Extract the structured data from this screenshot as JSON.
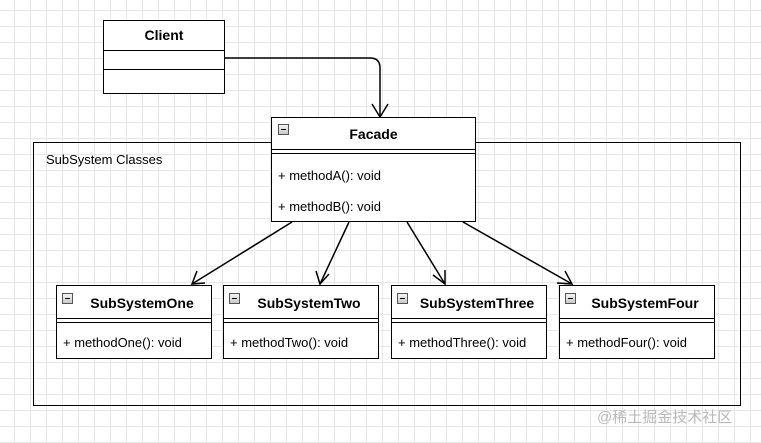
{
  "client": {
    "name": "Client"
  },
  "facade": {
    "name": "Facade",
    "methods": [
      "+ methodA(): void",
      "+ methodB(): void"
    ]
  },
  "package": {
    "label": "SubSystem Classes"
  },
  "subsystems": [
    {
      "name": "SubSystemOne",
      "method": "+ methodOne(): void"
    },
    {
      "name": "SubSystemTwo",
      "method": "+ methodTwo(): void"
    },
    {
      "name": "SubSystemThree",
      "method": "+ methodThree(): void"
    },
    {
      "name": "SubSystemFour",
      "method": "+ methodFour(): void"
    }
  ],
  "watermark": "@稀土掘金技术社区"
}
